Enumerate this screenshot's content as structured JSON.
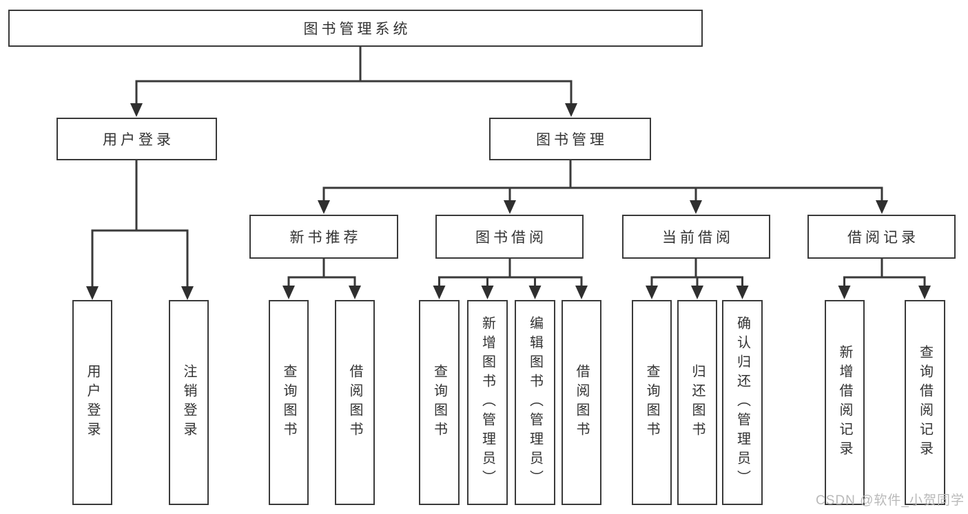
{
  "diagram": {
    "root": "图书管理系统",
    "level2": [
      {
        "label": "用户登录"
      },
      {
        "label": "图书管理"
      }
    ],
    "level3": [
      {
        "label": "新书推荐"
      },
      {
        "label": "图书借阅"
      },
      {
        "label": "当前借阅"
      },
      {
        "label": "借阅记录"
      }
    ],
    "leaves": {
      "user_login": [
        "用户登录",
        "注销登录"
      ],
      "new_book_recommend": [
        "查询图书",
        "借阅图书"
      ],
      "book_borrow": [
        "查询图书",
        "新增图书（管理员）",
        "编辑图书（管理员）",
        "借阅图书"
      ],
      "current_borrow": [
        "查询图书",
        "归还图书",
        "确认归还（管理员）"
      ],
      "borrow_record": [
        "新增借阅记录",
        "查询借阅记录"
      ]
    }
  },
  "watermark": "CSDN @软件_小贺同学",
  "colors": {
    "line": "#3a3a3a",
    "arrow": "#2f2f2f",
    "text": "#333333",
    "watermark": "#b9b9b9",
    "background": "#ffffff"
  }
}
